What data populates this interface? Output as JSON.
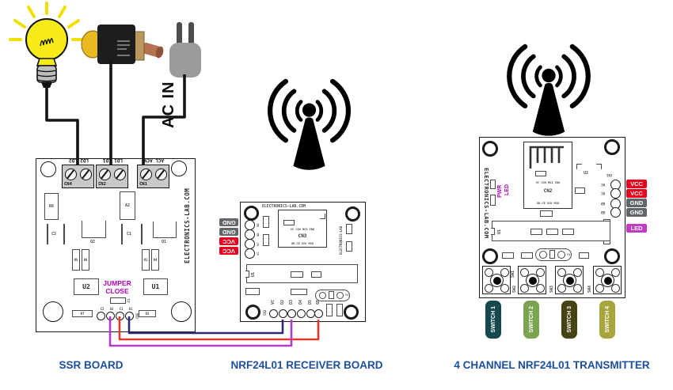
{
  "captions": {
    "ssr": "SSR BOARD",
    "receiver": "NRF24L01 RECEIVER BOARD",
    "transmitter": "4 CHANNEL NRF24L01 TRANSMITTER"
  },
  "ac_in_label": "AC IN",
  "colors": {
    "caption_blue": "#1d4fa0",
    "silkscreen_magenta": "#b400b8",
    "vcc_red": "#e8001c",
    "gnd_gray": "#62666a",
    "led_magenta": "#c13ac1",
    "wire_black": "#141414",
    "wire_navy": "#2b2b78",
    "wire_red": "#e2382c",
    "wire_purple": "#b13cc8",
    "switch1_tag": "#15494e",
    "switch2_tag": "#7aa44f",
    "switch3_tag": "#474312",
    "switch4_tag": "#a7a53e"
  },
  "ssr": {
    "brand": "ELECTRONICS-LAB.COM",
    "terminals": [
      {
        "name": "CN4",
        "wires": "LD2 LD2"
      },
      {
        "name": "CN2",
        "wires": "LD1 LD1"
      },
      {
        "name": "CN1",
        "wires": "ACL ACN"
      }
    ],
    "refs": {
      "r6": "R6",
      "a2": "A2",
      "c2": "C2",
      "c1": "C1",
      "q2": "Q2",
      "q1": "Q1",
      "r5": "R5",
      "r8": "R8",
      "r1": "R1",
      "r4": "R4",
      "u2": "U2",
      "u1": "U1",
      "r7": "R7",
      "r2": "R2",
      "j1": "J1",
      "cn5": "CN5"
    },
    "jumper_note": {
      "line1": "JUMPER",
      "line2": "CLOSE"
    },
    "header_pins": [
      "C2",
      "A2",
      "C1",
      "A1"
    ]
  },
  "receiver": {
    "brand_top": "ELECTRONICS-LAB.COM",
    "brand_side": "ELECTRONICS-LAB",
    "module": {
      "name": "CN3",
      "top_pins": "VC CSN MSI IRQ",
      "bottom_pins": "GD CE SCK MSO"
    },
    "pads": [
      "GD",
      "GD",
      "VC",
      "VC"
    ],
    "tags": [
      "GND",
      "GND",
      "VCC",
      "VCC"
    ],
    "refs": {
      "u1": "U1",
      "y1": "Y1",
      "cn2": "CN2"
    },
    "header_pins": [
      "VC",
      "D2",
      "D3",
      "D4",
      "D5",
      "GD"
    ]
  },
  "transmitter": {
    "brand": "ELECTRONICS-LAB.COM",
    "pwr_led": {
      "line1": "PWR",
      "line2": "LED"
    },
    "module": {
      "name": "CN2",
      "top_pins": "VC CSN MSI IRQ",
      "bottom_pins": "GD CE SCK MSO"
    },
    "refs": {
      "u2": "U2",
      "u1": "U1",
      "y1": "Y1",
      "cn1": "CN1"
    },
    "pads": [
      "VC",
      "VC",
      "GD",
      "GD"
    ],
    "tags": [
      "VCC",
      "VCC",
      "GND",
      "GND"
    ],
    "led_tag": "LED",
    "switches": [
      {
        "ref": "SW1",
        "label": "SWITCH 1"
      },
      {
        "ref": "SW2",
        "label": "SWITCH 2"
      },
      {
        "ref": "SW3",
        "label": "SWITCH 3"
      },
      {
        "ref": "SW4",
        "label": "SWITCH 4"
      }
    ]
  }
}
